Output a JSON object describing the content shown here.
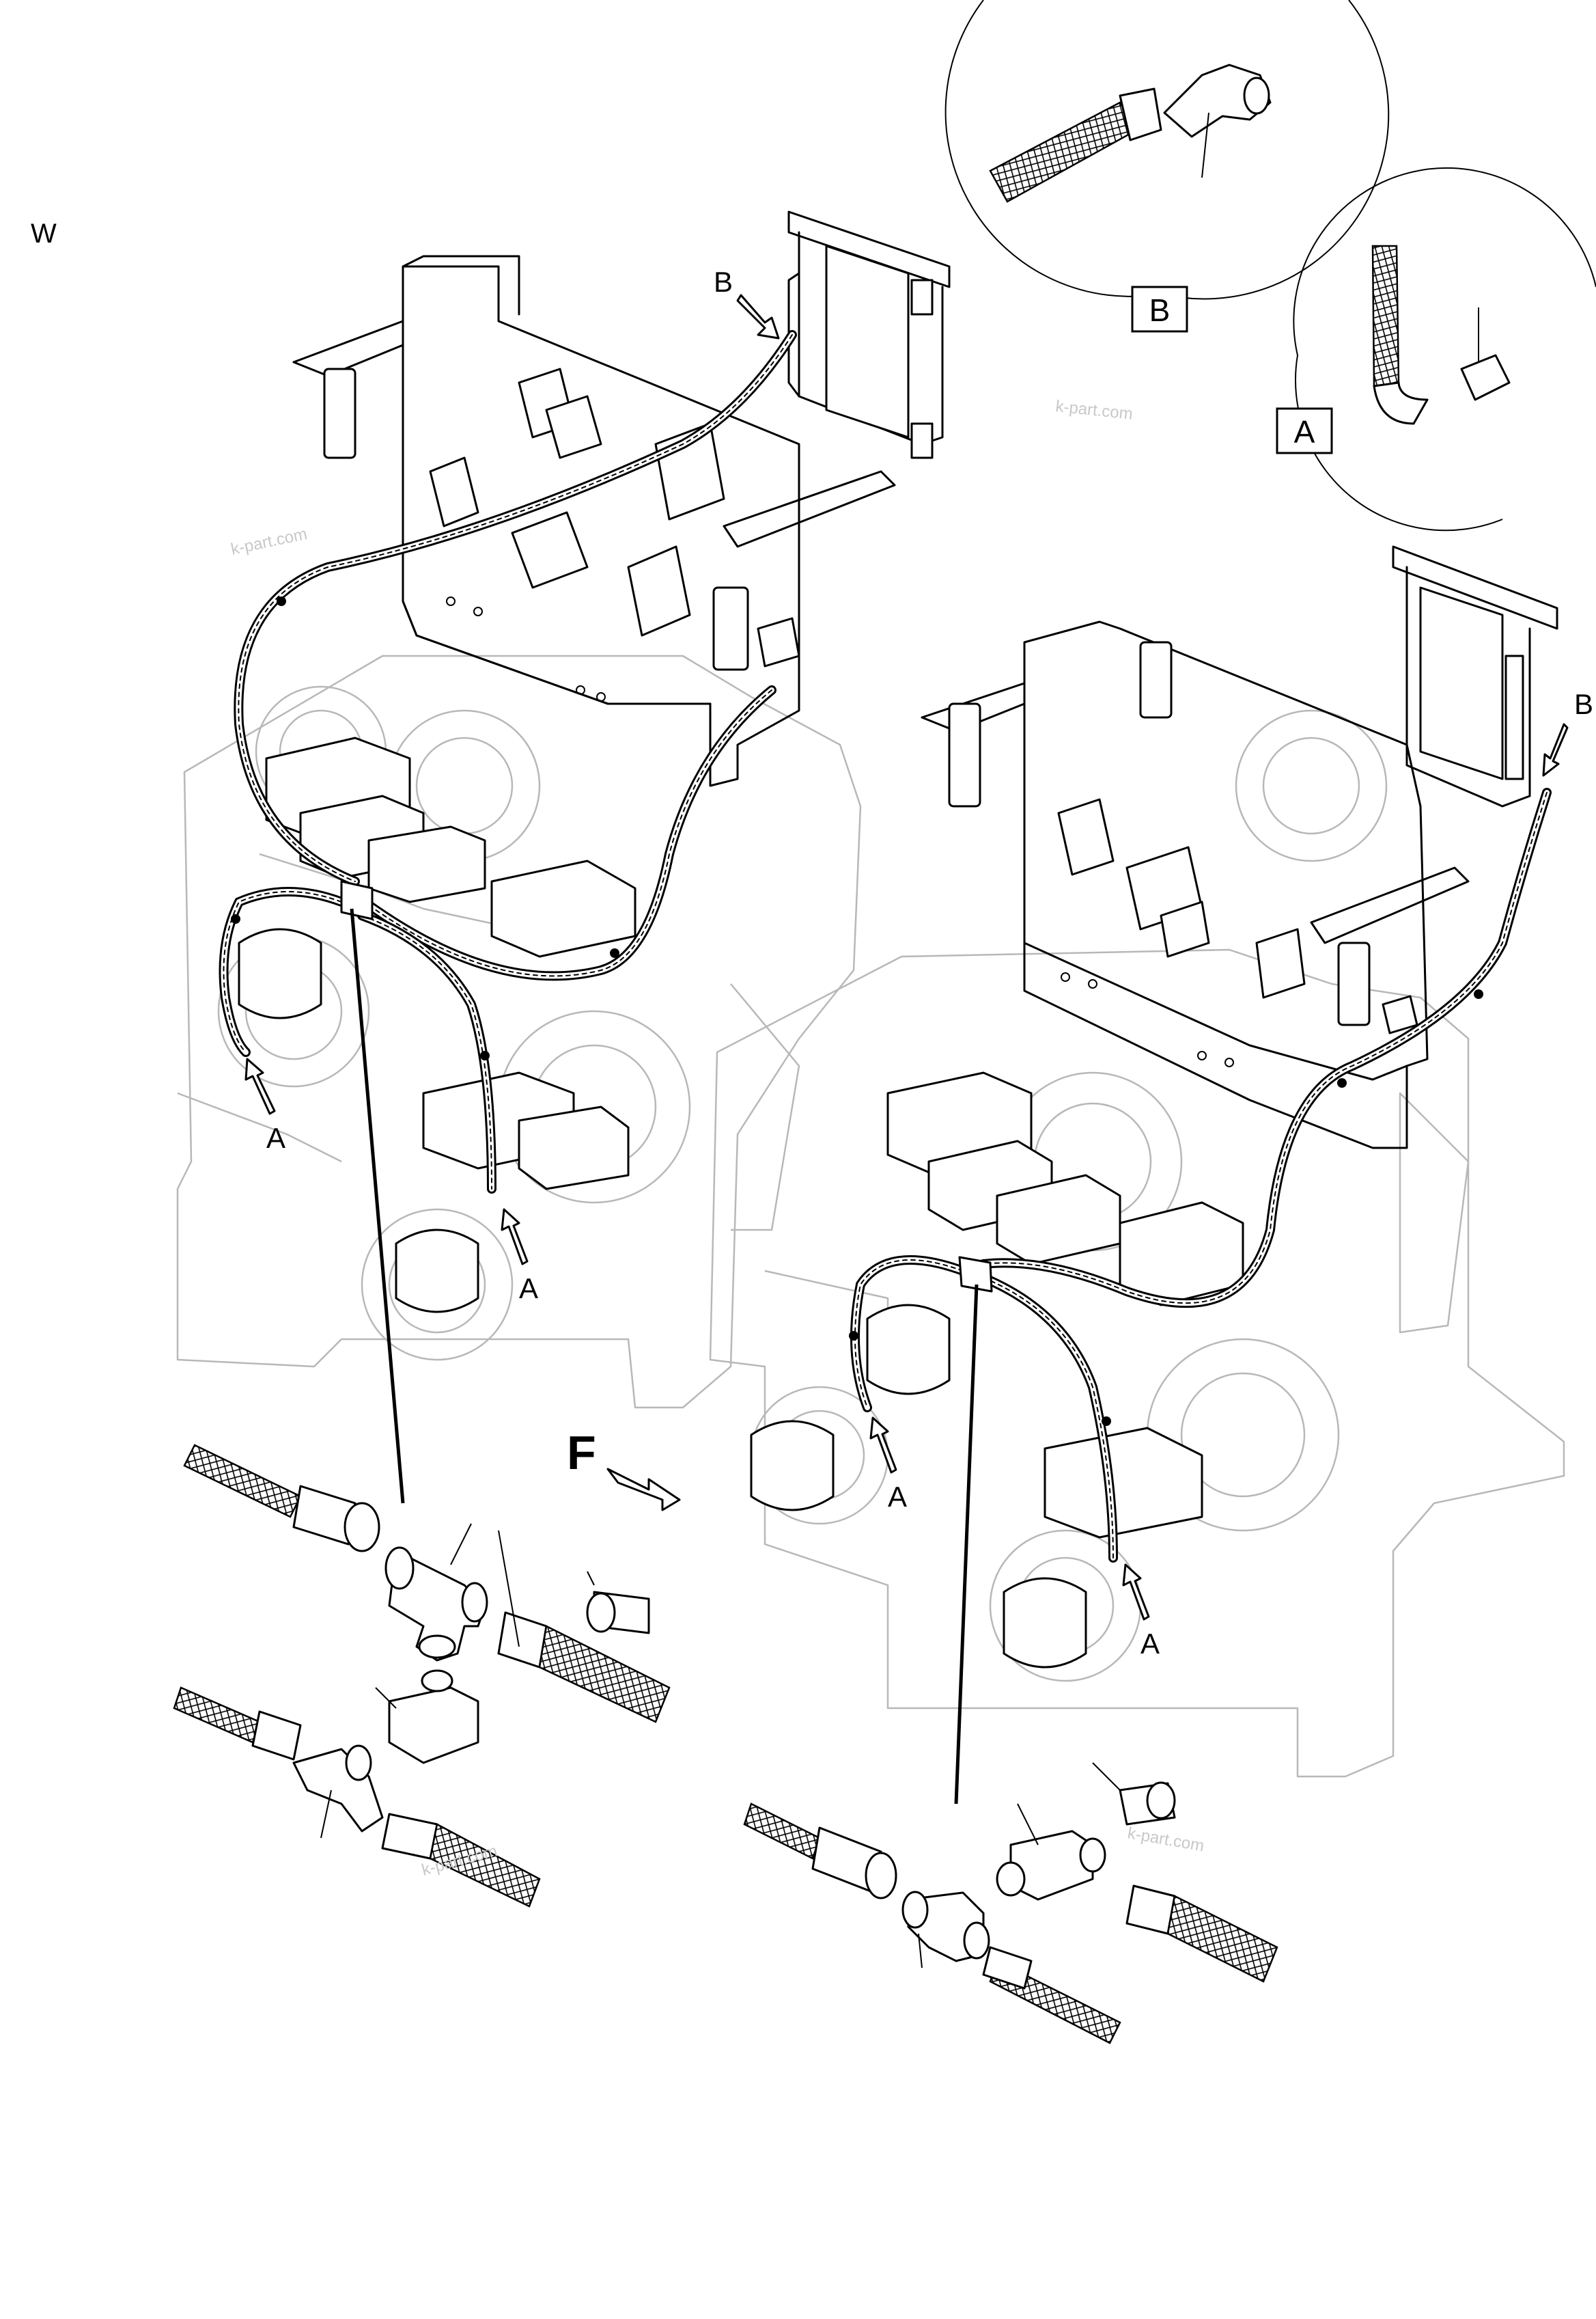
{
  "drawing": {
    "corner_label": "W",
    "detail_a_label": "A",
    "detail_b_label": "B",
    "view_label": "F",
    "watermark": "k-part.com",
    "callouts": [
      "B",
      "B",
      "A",
      "A",
      "A",
      "A"
    ]
  },
  "colors": {
    "line": "#000000",
    "hidden_line": "#b8b8b8",
    "watermark": "#c8c8c8",
    "background": "#ffffff"
  }
}
